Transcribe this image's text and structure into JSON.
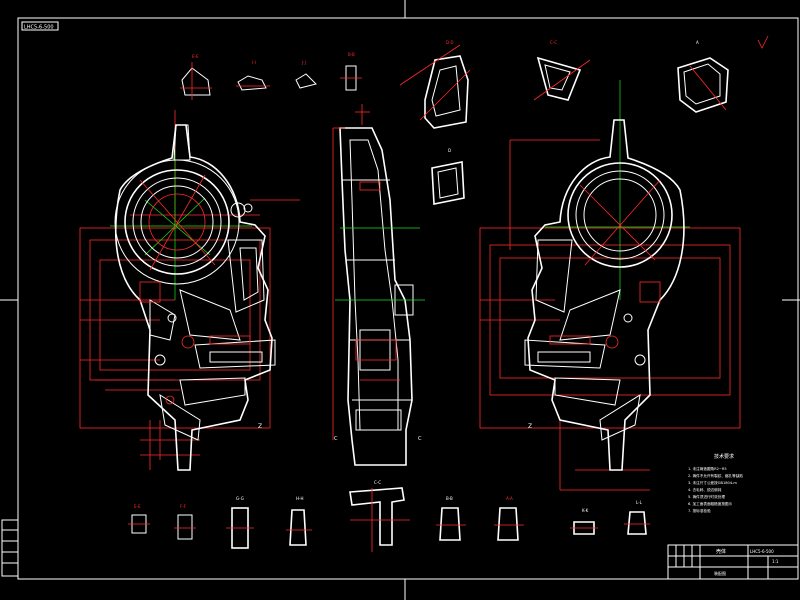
{
  "drawing": {
    "corner_tag": "LHC5-6-500",
    "notes_title": "技术要求",
    "notes": [
      "1. 未注铸造圆角R2~R5",
      "2. 铸件不允许有裂纹、缩孔等缺陷",
      "3. 未注尺寸公差按GB1804-m",
      "4. 去毛刺、锐边倒钝",
      "5. 铸件须进行时效处理",
      "6. 加工面表面粗糙度按图示",
      "7. 按标准检验"
    ],
    "title_block": {
      "name": "壳体",
      "code": "LHC5-6-500",
      "scale": "1:1",
      "sub": "装配图"
    },
    "section_labels": [
      "E-E",
      "I-I",
      "J-J",
      "B-B",
      "D-D",
      "C-C",
      "A",
      "D",
      "C-C",
      "E-E",
      "F-F",
      "G-G",
      "H-H",
      "B-B",
      "A-A",
      "K-K",
      "L-L"
    ],
    "view_markers": [
      "Z",
      "Z",
      "C",
      "C"
    ]
  }
}
